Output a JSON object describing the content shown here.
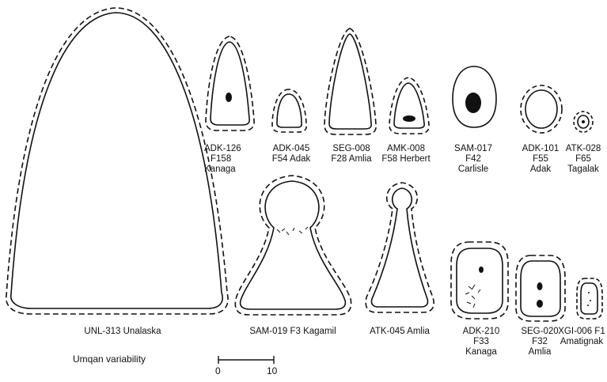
{
  "figure": {
    "caption": "Umqan variability",
    "scale_bar": {
      "start": "0",
      "end": "10"
    },
    "specimens": [
      {
        "id": "unl-313",
        "lines": [
          "UNL-313 Unalaska"
        ]
      },
      {
        "id": "adk-126",
        "lines": [
          "ADK-126",
          "F158",
          "Kanaga"
        ]
      },
      {
        "id": "adk-045",
        "lines": [
          "ADK-045",
          "F54 Adak"
        ]
      },
      {
        "id": "seg-008",
        "lines": [
          "SEG-008",
          "F28 Amlia"
        ]
      },
      {
        "id": "amk-008",
        "lines": [
          "AMK-008",
          "F58 Herbert"
        ]
      },
      {
        "id": "sam-017",
        "lines": [
          "SAM-017",
          "F42",
          "Carlisle"
        ]
      },
      {
        "id": "adk-101",
        "lines": [
          "ADK-101",
          "F55",
          "Adak"
        ]
      },
      {
        "id": "atk-028",
        "lines": [
          "ATK-028",
          "F65",
          "Tagalak"
        ]
      },
      {
        "id": "sam-019",
        "lines": [
          "SAM-019 F3 Kagamil"
        ]
      },
      {
        "id": "atk-045",
        "lines": [
          "ATK-045 Amlia"
        ]
      },
      {
        "id": "adk-210",
        "lines": [
          "ADK-210",
          "F33",
          "Kanaga"
        ]
      },
      {
        "id": "seg-020",
        "lines": [
          "SEG-020",
          "F32",
          "Amlia"
        ]
      },
      {
        "id": "xgi-006",
        "lines": [
          "XGI-006 F1",
          "Amatignak"
        ]
      }
    ]
  }
}
